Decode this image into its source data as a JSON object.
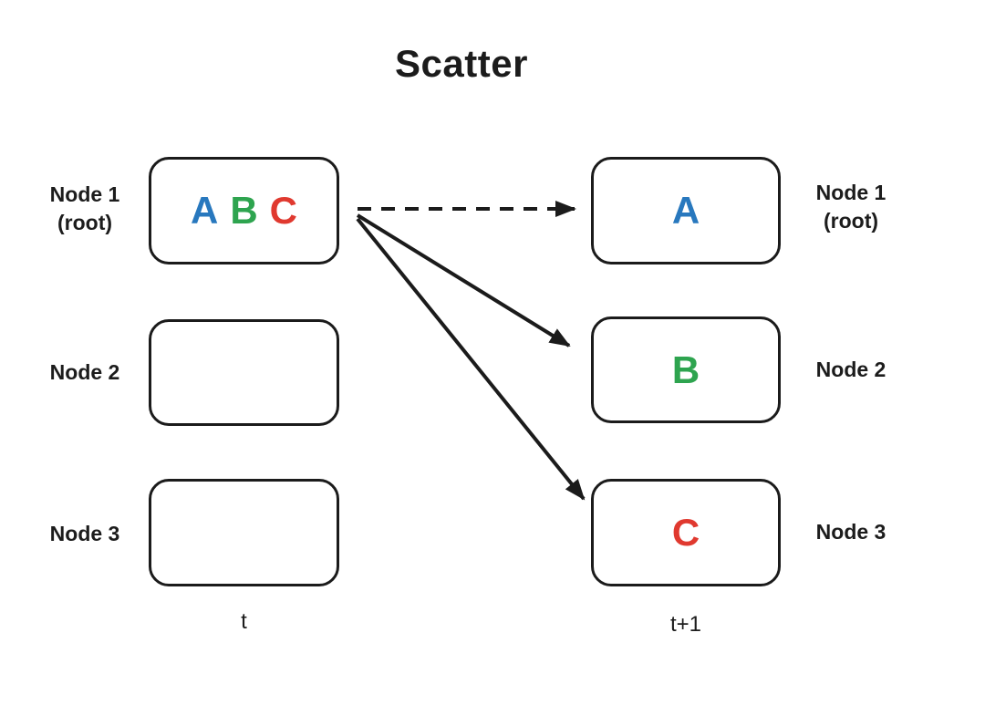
{
  "title": "Scatter",
  "colors": {
    "stroke": "#1b1b1b",
    "letter_a": "#2878be",
    "letter_b": "#2ea44f",
    "letter_c": "#e0392f"
  },
  "left_column": {
    "time_label": "t",
    "nodes": [
      {
        "label": "Node 1",
        "sublabel": "(root)",
        "items": [
          "A",
          "B",
          "C"
        ]
      },
      {
        "label": "Node 2",
        "items": []
      },
      {
        "label": "Node 3",
        "items": []
      }
    ]
  },
  "right_column": {
    "time_label": "t+1",
    "nodes": [
      {
        "label": "Node 1",
        "sublabel": "(root)",
        "item": "A"
      },
      {
        "label": "Node 2",
        "item": "B"
      },
      {
        "label": "Node 3",
        "item": "C"
      }
    ]
  },
  "arrows": [
    {
      "name": "root-to-node1",
      "style": "dashed",
      "payload": "A"
    },
    {
      "name": "root-to-node2",
      "style": "solid",
      "payload": "B"
    },
    {
      "name": "root-to-node3",
      "style": "solid",
      "payload": "C"
    }
  ]
}
